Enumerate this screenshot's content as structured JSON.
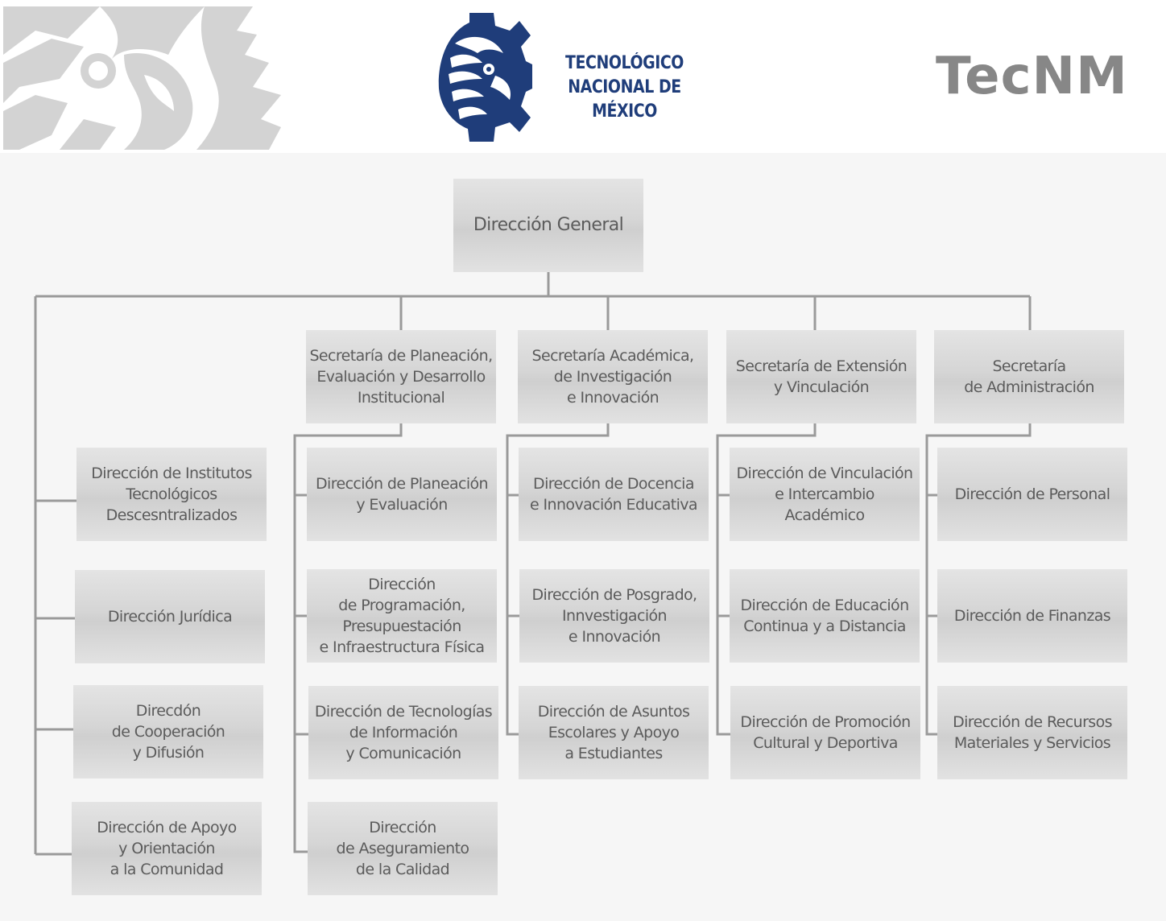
{
  "header": {
    "logo_line1": "TECNOLÓGICO",
    "logo_line2": "NACIONAL DE MÉXICO",
    "brand": "TecNM",
    "icons": [
      "aztec-warrior-watermark-icon",
      "gear-eagle-emblem-icon"
    ]
  },
  "org": {
    "top": "Dirección General",
    "independent": [
      "Dirección de Institutos\nTecnológicos\nDescesntralizados",
      "Dirección Jurídica",
      "Direcdón\nde Cooperación\ny Difusión",
      "Dirección de Apoyo\ny Orientación\na la Comunidad"
    ],
    "secretarias": [
      {
        "title": "Secretaría de Planeación,\nEvaluación y Desarrollo\nInstitucional",
        "children": [
          "Dirección de Planeación\ny Evaluación",
          "Dirección\nde Programación,\nPresupuestación\ne Infraestructura Física",
          "Dirección de Tecnologías\nde Información\ny Comunicación",
          "Dirección\nde Aseguramiento\nde la Calidad"
        ]
      },
      {
        "title": "Secretaría Académica,\nde Investigación\ne Innovación",
        "children": [
          "Dirección de Docencia\ne Innovación Educativa",
          "Dirección de Posgrado,\nInnvestigación\ne Innovación",
          "Dirección de Asuntos\nEscolares y Apoyo\na Estudiantes"
        ]
      },
      {
        "title": "Secretaría de Extensión\ny Vinculación",
        "children": [
          "Dirección de Vinculación\ne Intercambio\nAcadémico",
          "Dirección de Educación\nContinua y a Distancia",
          "Dirección de Promoción\nCultural y Deportiva"
        ]
      },
      {
        "title": "Secretaría\nde Administración",
        "children": [
          "Dirección de Personal",
          "Dirección de Finanzas",
          "Dirección de Recursos\nMateriales y Servicios"
        ]
      }
    ]
  },
  "colors": {
    "logo_blue": "#1f3d7a",
    "brand_gray": "#878787",
    "box_text": "#5b5b5b",
    "connector": "#9a9a9a"
  }
}
